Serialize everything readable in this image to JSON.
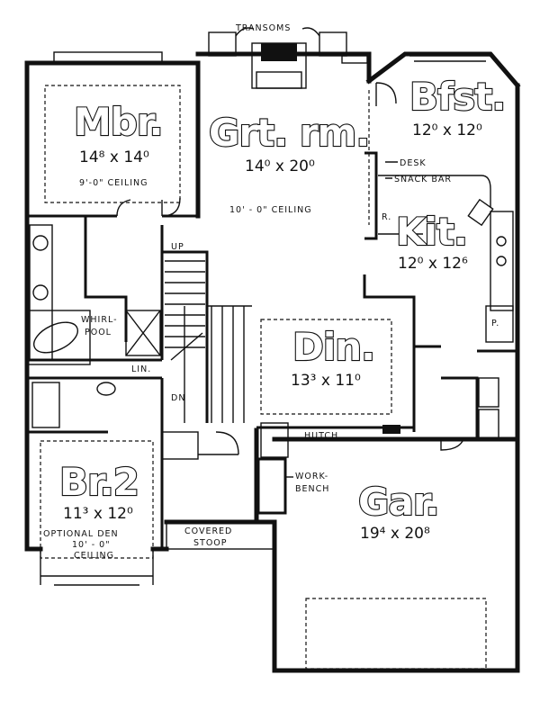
{
  "rooms": {
    "master_bedroom": {
      "name": "Mbr.",
      "size": "14⁸ x 14⁰",
      "ceiling": "9'-0\" CEILING"
    },
    "great_room": {
      "name": "Grt. rm.",
      "size": "14⁰ x 20⁰",
      "ceiling": "10' - 0\" CEILING"
    },
    "breakfast": {
      "name": "Bfst.",
      "size": "12⁰ x 12⁰"
    },
    "kitchen": {
      "name": "Kit.",
      "size": "12⁰ x 12⁶"
    },
    "dining": {
      "name": "Din.",
      "size": "13³ x 11⁰"
    },
    "bedroom_2": {
      "name": "Br.2",
      "size": "11³ x 12⁰",
      "note_line1": "OPTIONAL DEN",
      "note_line2": "10' - 0\"",
      "note_line3": "CEILING"
    },
    "garage": {
      "name": "Gar.",
      "size": "19⁴ x 20⁸"
    }
  },
  "labels": {
    "transoms": "TRANSOMS",
    "desk": "DESK",
    "snack_bar": "SNACK BAR",
    "whirlpool_line1": "WHIRL-",
    "whirlpool_line2": "POOL",
    "linen": "LIN.",
    "up": "UP",
    "down": "DN",
    "hutch": "HUTCH",
    "workbench_line1": "WORK-",
    "workbench_line2": "BENCH",
    "covered_stoop_line1": "COVERED",
    "covered_stoop_line2": "STOOP",
    "pantry": "P.",
    "refrigerator": "R."
  }
}
